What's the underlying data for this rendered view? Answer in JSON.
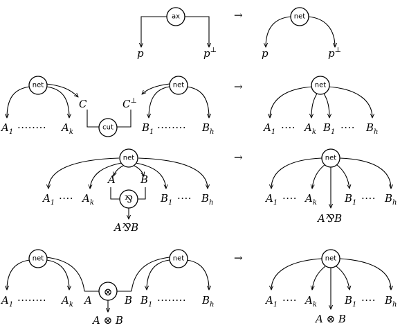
{
  "node_labels": {
    "ax": "ax",
    "net": "net",
    "cut": "cut",
    "par": "⅋",
    "tensor": "⊗"
  },
  "arrow_symbol": "→",
  "formulas": {
    "p": "p",
    "p_perp": "p",
    "perp_mark": "⊥",
    "C": "C",
    "C_perp": "C",
    "A": "A",
    "B": "B",
    "A_par_B": "A⅋B",
    "A_tensor_B": "A ⊗ B"
  },
  "subscripts": {
    "one": "1",
    "k": "k",
    "h": "h"
  },
  "dots": {
    "long": "········",
    "short": "····"
  }
}
